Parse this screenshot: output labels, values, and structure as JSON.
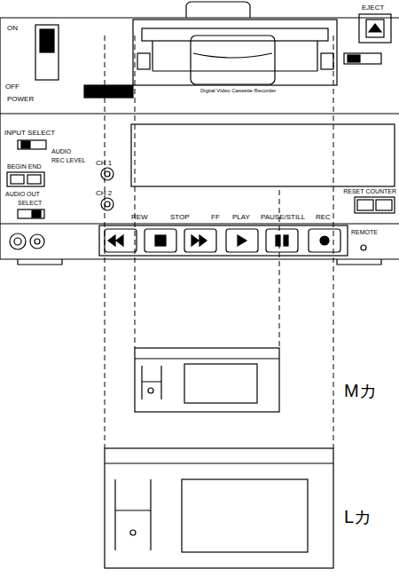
{
  "diagram": {
    "labels": [
      "ON",
      "OFF",
      "POWER",
      "EJECT",
      "Digital Video Cassette Recorder",
      "INPUT SELECT",
      "AUDIO",
      "REC LEVEL",
      "BEGIN END",
      "CH 1",
      "CH 2",
      "AUDIO OUT",
      "SELECT",
      "REW",
      "STOP",
      "FF",
      "PLAY",
      "PAUSE/STILL",
      "REC",
      "RESET COUNTER",
      "REMOTE",
      "Mカ",
      "Lカ"
    ]
  }
}
